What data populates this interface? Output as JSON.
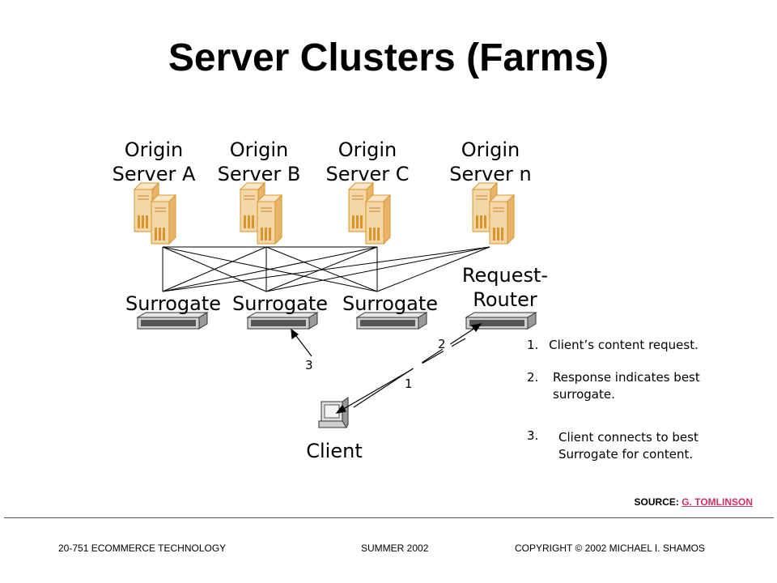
{
  "title": "Server Clusters (Farms)",
  "origin_servers": [
    {
      "line1": "Origin",
      "line2": "Server A"
    },
    {
      "line1": "Origin",
      "line2": "Server B"
    },
    {
      "line1": "Origin",
      "line2": "Server C"
    },
    {
      "line1": "Origin",
      "line2": "Server n"
    }
  ],
  "surrogates": [
    "Surrogate",
    "Surrogate",
    "Surrogate"
  ],
  "request_router": {
    "line1": "Request-",
    "line2": "Router"
  },
  "client": "Client",
  "arrow_numbers": {
    "one": "1",
    "two": "2",
    "three": "3"
  },
  "steps": [
    {
      "num": "1.",
      "line1": "Client’s content request.",
      "line2": ""
    },
    {
      "num": "2.",
      "line1": "Response indicates best",
      "line2": "surrogate."
    },
    {
      "num": "3.",
      "line1": "Client connects to best",
      "line2": "Surrogate for content."
    }
  ],
  "source": {
    "label": "SOURCE:",
    "name": "G. TOMLINSON"
  },
  "footer": {
    "left": "20-751 ECOMMERCE TECHNOLOGY",
    "center": "SUMMER 2002",
    "right": "COPYRIGHT © 2002 MICHAEL I. SHAMOS"
  },
  "colors": {
    "server_fill": "#f4d7a6",
    "server_stroke": "#d9942c",
    "source_link": "#cc3366"
  }
}
